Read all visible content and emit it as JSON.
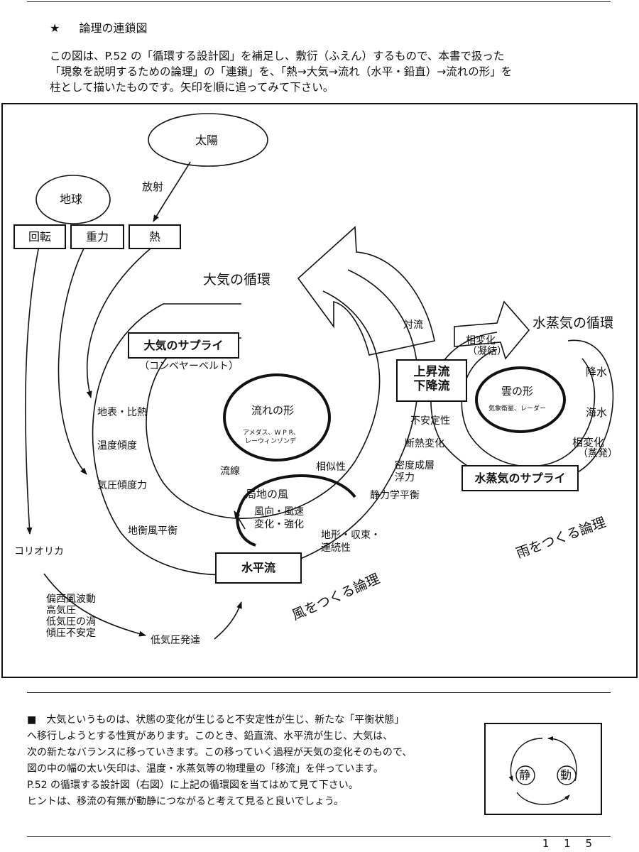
{
  "heading": {
    "star": "★",
    "title": "論理の連鎖図"
  },
  "intro": {
    "lines": [
      "この図は、P.52 の「循環する設計図」を補足し、敷衍（ふえん）するもので、本書で扱った",
      "「現象を説明するための論理」の「連鎖」を、「熱→大気→流れ（水平・鉛直）→流れの形」を",
      "柱として描いたものです。矢印を順に追ってみて下さい。"
    ]
  },
  "diagram": {
    "sun": "太陽",
    "radiation": "放射",
    "earth": "地球",
    "rotation": "回転",
    "gravity": "重力",
    "heat": "熱",
    "atm_cycle": "大気の循環",
    "atm_supply": "大気のサプライ",
    "conveyor": "（コンベヤーベルト）",
    "surface_heat": "地表・比熱",
    "temp_gradient": "温度傾度",
    "pressure_gradient": "気圧傾度力",
    "geostrophic": "地衡風平衡",
    "coriolis": "コリオリカ",
    "westerly_lines": [
      "偏西風波動",
      "高気圧",
      "低気圧の渦",
      "傾圧不安定"
    ],
    "low_dev": "低気圧発達",
    "flow_shape": "流れの形",
    "flow_shape_sub": [
      "アメダス、W P R、",
      "レーウィンゾンデ"
    ],
    "streamline": "流線",
    "similarity": "相似性",
    "local_wind": "局地の風",
    "wind_change": [
      "風向・風速",
      "変化・強化"
    ],
    "horizontal_flow": "水平流",
    "terrain": [
      "地形・収束・",
      "連続性"
    ],
    "convection": "対流",
    "updown": [
      "上昇流",
      "下降流"
    ],
    "instability": "不安定性",
    "adiabatic": "断熱変化",
    "stratification": [
      "密度成層",
      "浮力"
    ],
    "hydrostatic": "静力学平衡",
    "phase_cond": [
      "相変化",
      "（凝結）"
    ],
    "vapor_cycle": "水蒸気の循環",
    "cloud_shape": "雲の形",
    "cloud_sub": "気象衛星、レーダー",
    "precipitation": "降水",
    "sea_water": "海水",
    "phase_evap": [
      "相変化",
      "（蒸発）"
    ],
    "vapor_supply": "水蒸気のサプライ",
    "wind_logic": "風をつくる論理",
    "rain_logic": "雨をつくる論理"
  },
  "note": {
    "lines": [
      "■　大気というものは、状態の変化が生じると不安定性が生じ、新たな「平衡状態」",
      "へ移行しようとする性質があります。このとき、鉛直流、水平流が生じ、大気は、",
      "次の新たなバランスに移っていきます。この移っていく過程が天気の変化そのもので、",
      "図の中の幅の太い矢印は、温度・水蒸気等の物理量の「移流」を伴っています。",
      "P.52 の循環する設計図（右図）に上記の循環図を当てはめて見て下さい。",
      "ヒントは、移流の有無が動静につながると考えて見ると良いでしょう。"
    ]
  },
  "inset": {
    "static": "静",
    "dynamic": "動"
  },
  "page_number": "1 1 5"
}
